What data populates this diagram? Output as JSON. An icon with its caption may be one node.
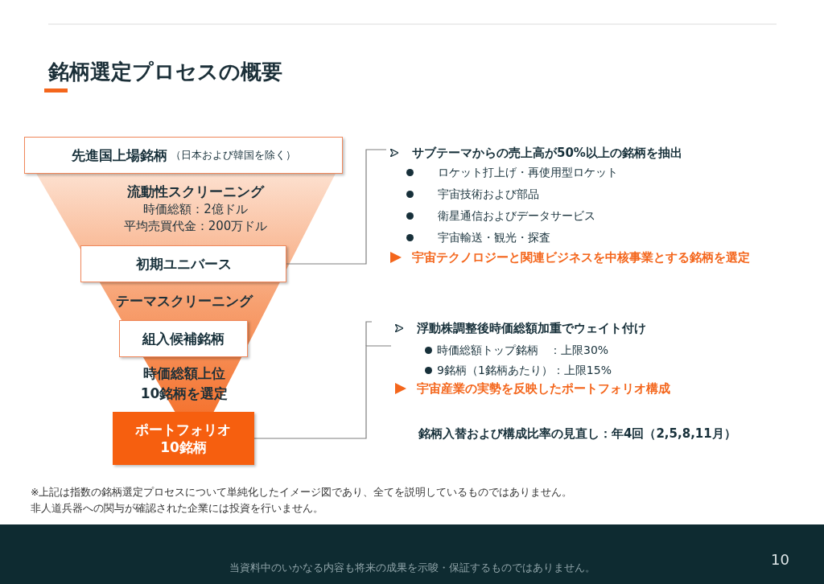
{
  "diagram": {
    "title": "銘柄選定プロセスの概要",
    "nodes": [
      {
        "text": [
          "先進国上場銘柄",
          "（日本および韓国を除く）"
        ]
      },
      {
        "text": [
          "初期ユニバース"
        ]
      },
      {
        "text": [
          "組入候補銘柄"
        ]
      },
      {
        "text": [
          "ポートフォリオ10銘柄"
        ]
      },
      {
        "text": [
          "サブテーマからの売上高が50%以上の銘柄を抽出",
          "ロケット打上げ・再使用型ロケット",
          "宇宙技術および部品",
          "衛星通信およびデータサービス",
          "宇宙輸送・観光・探査",
          "宇宙テクノロジーと関連ビジネスを中核事業とする銘柄を選定"
        ]
      },
      {
        "text": [
          "浮動株調整後時価総額加重でウェイト付け",
          "時価総額トップ銘柄　：上限30%",
          "9銘柄（1銘柄あたり）：上限15%",
          "宇宙産業の実勢を反映したポートフォリオ構成",
          "銘柄入替および構成比率の見直し：年4回（2,5,8,11月）"
        ]
      }
    ],
    "edges": [
      {
        "from": 1,
        "to": 4,
        "arrow": "none",
        "color": "#7f7f7f"
      },
      {
        "from": 3,
        "to": 5,
        "arrow": "none",
        "color": "#7f7f7f"
      }
    ],
    "labels": [
      "流動性スクリーニング",
      "時価総額：2億ドル",
      "平均売買代金：200万ドル",
      "テーマスクリーニング",
      "時価総額上位",
      "10銘柄を選定",
      "※上記は指数の銘柄選定プロセスについて単純化したイメージ図であり、全てを説明しているものではありません。",
      "非人道兵器への関与が確認された企業には投資を行いません。",
      "当資料中のいかなる内容も将来の成果を示唆・保証するものではありません。",
      "10"
    ]
  }
}
